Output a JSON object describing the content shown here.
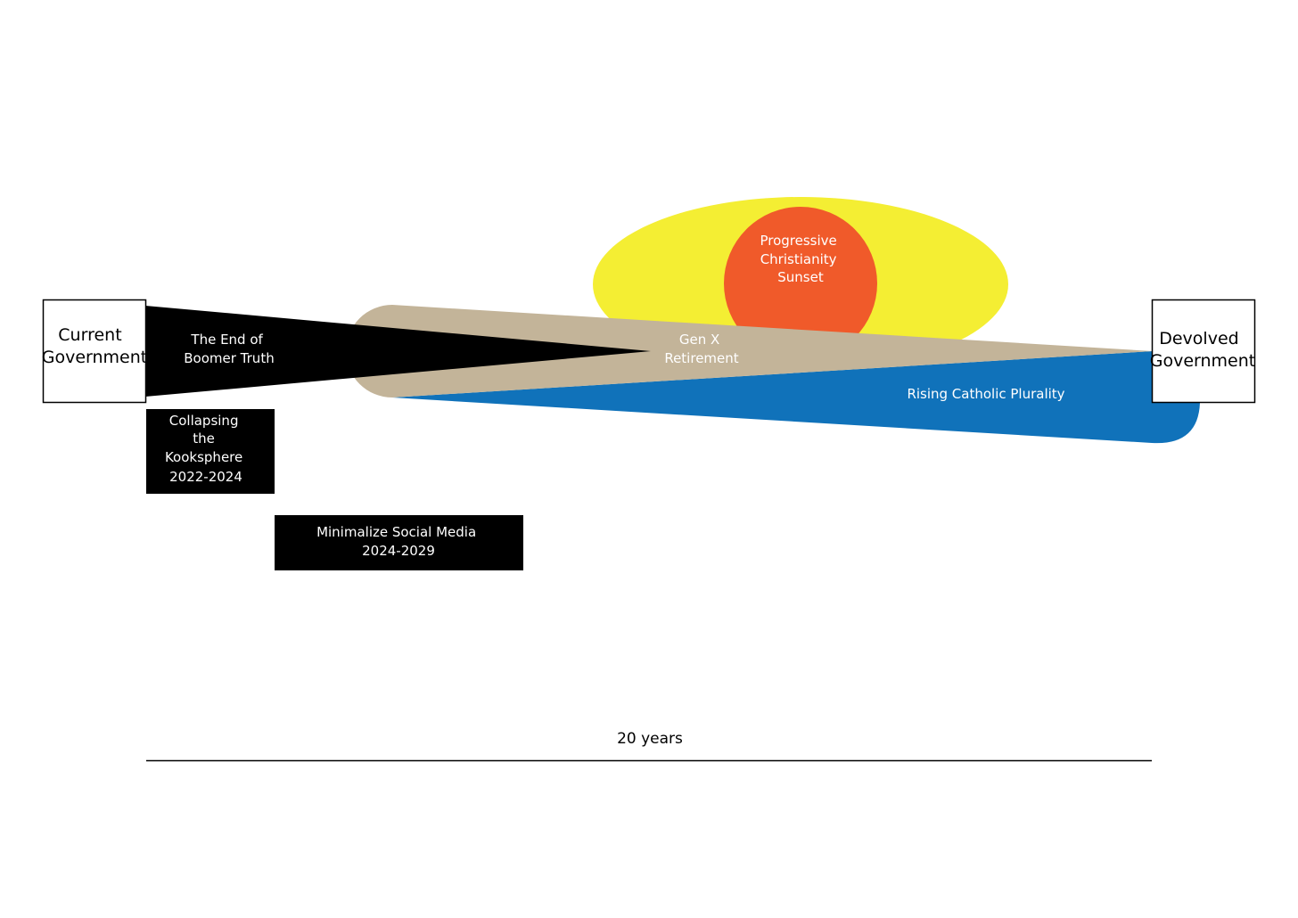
{
  "start_box": {
    "lines": [
      "Current",
      "Government"
    ]
  },
  "end_box": {
    "lines": [
      "Devolved",
      "Government"
    ]
  },
  "boomer": {
    "lines": [
      "The End of",
      "Boomer Truth"
    ]
  },
  "genx": {
    "lines": [
      "Gen X",
      "Retirement"
    ]
  },
  "catholic": {
    "label": "Rising Catholic Plurality"
  },
  "progressive": {
    "lines": [
      "Progressive",
      "Christianity",
      "Sunset"
    ]
  },
  "kooksphere": {
    "lines": [
      "Collapsing",
      "the",
      "Kooksphere",
      "2022-2024"
    ]
  },
  "social_media": {
    "lines": [
      "Minimalize Social Media",
      "2024-2029"
    ]
  },
  "timeline": {
    "label": "20 years"
  },
  "colors": {
    "yellow": "#f4ee33",
    "orange": "#f05a2a",
    "tan": "#c3b499",
    "blue": "#1072ba",
    "black": "#000000"
  }
}
